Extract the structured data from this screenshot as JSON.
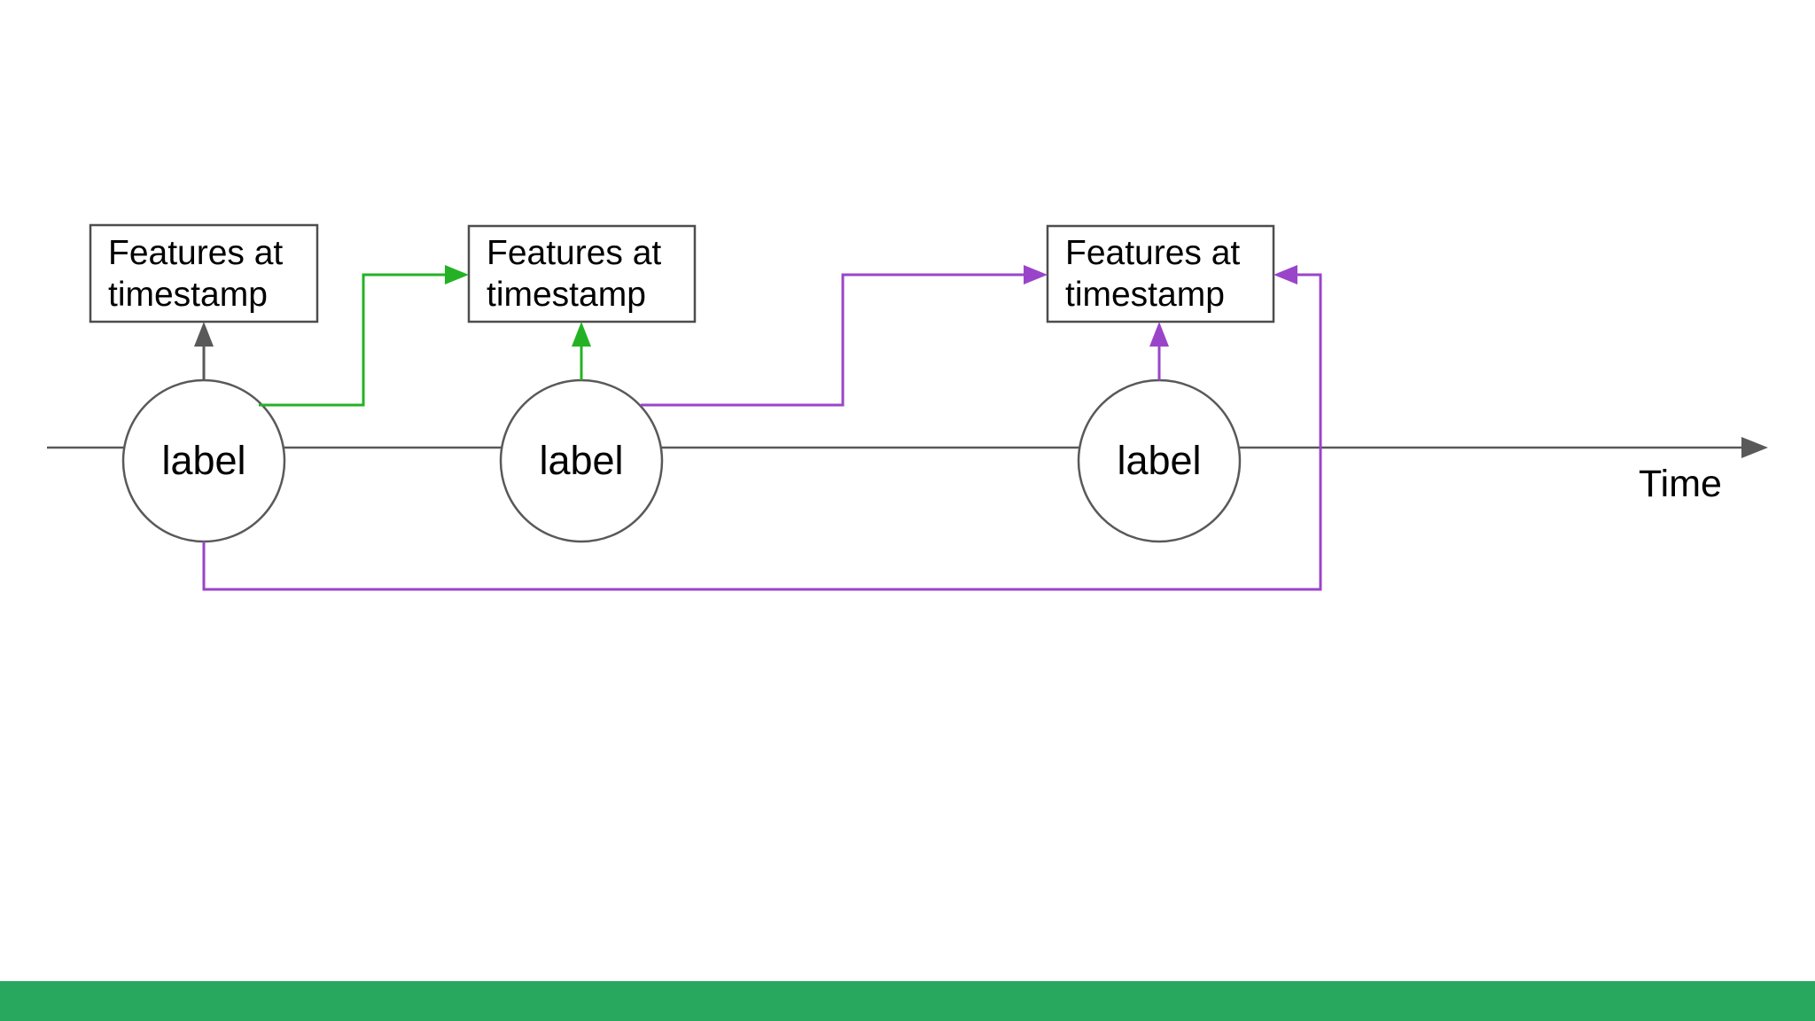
{
  "diagram": {
    "type": "timeline-flow-diagram",
    "background": "#ffffff",
    "colors": {
      "gray": "#595959",
      "box_border": "#4d4d4d",
      "green": "#24b224",
      "purple": "#9a45c9",
      "text": "#000000"
    },
    "timeline": {
      "label": "Time",
      "direction": "left-to-right"
    },
    "nodes": [
      {
        "node_label": "label",
        "box_label": "Features at timestamp"
      },
      {
        "node_label": "label",
        "box_label": "Features at timestamp"
      },
      {
        "node_label": "label",
        "box_label": "Features at timestamp"
      }
    ],
    "connectors": [
      {
        "from": "node-1",
        "to": "box-1",
        "color": "#595959",
        "style": "straight-up-arrow"
      },
      {
        "from": "node-1",
        "to": "box-2-left",
        "color": "#24b224",
        "style": "elbow-arrow"
      },
      {
        "from": "node-2",
        "to": "box-2",
        "color": "#24b224",
        "style": "straight-up-arrow"
      },
      {
        "from": "node-2",
        "to": "box-3-left",
        "color": "#9a45c9",
        "style": "elbow-arrow"
      },
      {
        "from": "node-3",
        "to": "box-3",
        "color": "#9a45c9",
        "style": "straight-up-arrow"
      },
      {
        "from": "node-1-bottom",
        "to": "box-3-right",
        "color": "#9a45c9",
        "style": "loop-below-timeline-arrow"
      }
    ],
    "footer": {
      "bar_color": "#28a85f"
    }
  }
}
